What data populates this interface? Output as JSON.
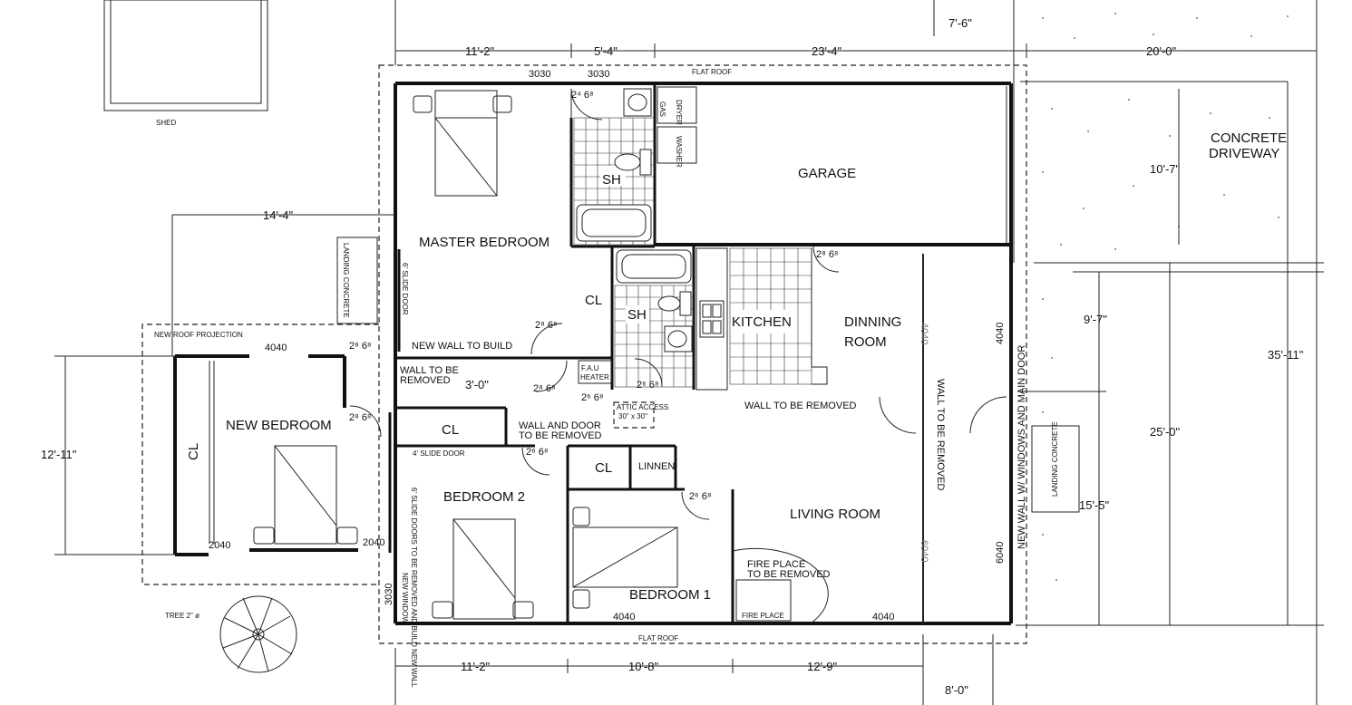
{
  "plan": {
    "shed": "SHED",
    "flat_roof_top": "FLAT ROOF",
    "flat_roof_bottom": "FLAT ROOF",
    "new_roof_projection": "NEW ROOF PROJECTION",
    "tree": "TREE 2\" ø",
    "rooms": {
      "master_bedroom": "MASTER BEDROOM",
      "garage": "GARAGE",
      "sh_master": "SH",
      "sh_hall": "SH",
      "cl_hall": "CL",
      "kitchen": "KITCHEN",
      "dinning_1": "DINNING",
      "dinning_2": "ROOM",
      "new_bedroom": "NEW BEDROOM",
      "cl_new": "CL",
      "cl_bed2": "CL",
      "bedroom2": "BEDROOM 2",
      "cl_bed1": "CL",
      "linnen": "LINNEN",
      "bedroom1": "BEDROOM 1",
      "living_room": "LIVING ROOM",
      "concrete_1": "CONCRETE",
      "concrete_2": "DRIVEWAY"
    },
    "notes": {
      "new_wall_build": "NEW WALL TO BUILD",
      "wall_removed_1a": "WALL TO BE",
      "wall_removed_1b": "REMOVED",
      "wall_door_removed_1": "WALL AND DOOR",
      "wall_door_removed_2": "TO BE REMOVED",
      "wall_removed_kitchen": "WALL TO BE REMOVED",
      "wall_removed_vertical": "WALL TO BE REMOVED",
      "fireplace_removed_1": "FIRE PLACE",
      "fireplace_removed_2": "TO BE REMOVED",
      "fire_place": "FIRE PLACE",
      "new_wall_main_door": "NEW WALL W/ WINDOWS AND MAIN DOOR",
      "slide_door_4": "4' SLIDE DOOR",
      "slide_door_6": "6' SLIDE DOOR",
      "landing_concrete_left": "LANDING CONCRETE",
      "landing_concrete_right": "LANDING CONCRETE",
      "slide_doors_removed": "6' SLIDE DOORS TO BE REMOVED AND BUILD NEW WALL",
      "new_window": "NEW WINDOW",
      "fau_1": "F.A.U",
      "fau_2": "HEATER",
      "attic_1": "ATTIC ACCESS",
      "attic_2": "30\" x 30\"",
      "gas": "GAS",
      "dryer": "DRYER",
      "washer": "WASHER"
    },
    "openings": {
      "w_3030_a": "3030",
      "w_3030_b": "3030",
      "d_2468": "2⁴ 6⁸",
      "d_2868_master": "2⁸ 6⁸",
      "d_2868_garage": "2⁸ 6⁸",
      "d_2868_newbed_a": "2⁸ 6⁸",
      "d_2868_newbed_b": "2⁸ 6⁸",
      "d_2668_hall": "2⁶ 6⁸",
      "d_2668_bath": "2⁶ 6⁸",
      "d_2868_hallb": "2⁸ 6⁸",
      "d_2668_bed2": "2⁶ 6⁸",
      "d_2668_bed1": "2⁶ 6⁸",
      "w_4040_new": "4040",
      "w_2040_a": "2040",
      "w_2040_b": "2040",
      "w_4040_right": "4040",
      "w_4040_dining": "4040",
      "w_6040_right": "6040",
      "w_6040_living": "6040",
      "w_4040_bed1": "4040",
      "w_4040_living": "4040",
      "w_3030_left": "3030"
    },
    "dimensions": {
      "top_11_2": "11'-2\"",
      "top_5_4": "5'-4\"",
      "top_23_4": "23'-4\"",
      "top_7_6": "7'-6\"",
      "top_20_0": "20'-0\"",
      "d_14_4": "14'-4\"",
      "d_10_7": "10'-7\"",
      "d_9_7": "9'-7\"",
      "d_35_11": "35'-11\"",
      "d_25_0": "25'-0\"",
      "d_15_5": "15'-5\"",
      "d_12_11": "12'-11\"",
      "d_3_0": "3'-0\"",
      "bot_11_2": "11'-2\"",
      "bot_10_8": "10'-8\"",
      "bot_12_9": "12'-9\"",
      "bot_8_0": "8'-0\""
    }
  }
}
